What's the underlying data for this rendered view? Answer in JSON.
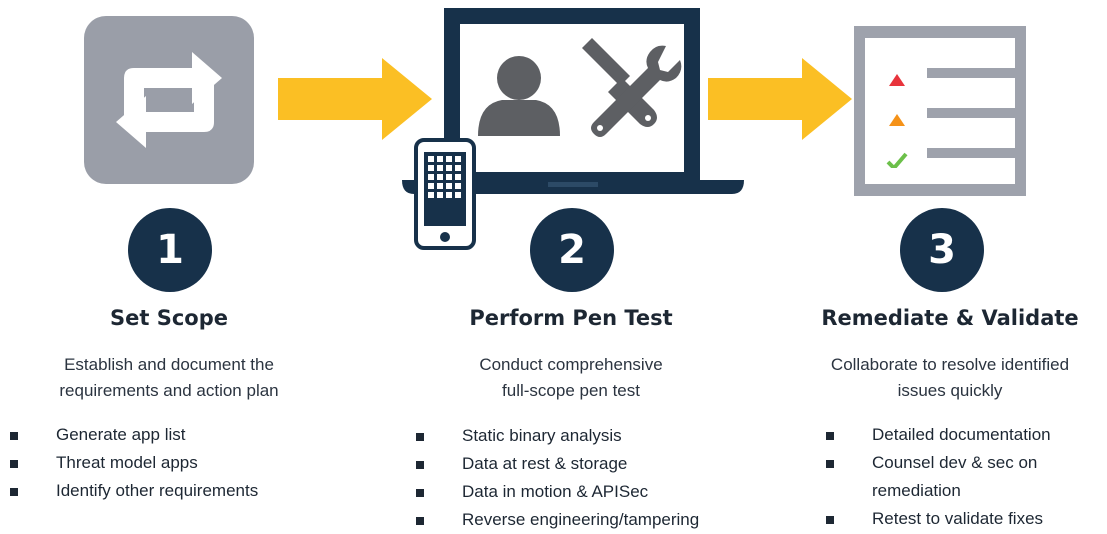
{
  "steps": [
    {
      "number": "1",
      "title": "Set Scope",
      "description_lines": [
        "Establish and document the",
        "requirements and action plan"
      ],
      "bullets": [
        "Generate app list",
        "Threat model apps",
        "Identify other requirements"
      ]
    },
    {
      "number": "2",
      "title": "Perform Pen Test",
      "description_lines": [
        "Conduct comprehensive",
        "full-scope pen test"
      ],
      "bullets": [
        "Static binary analysis",
        "Data at rest & storage",
        "Data in motion & APISec",
        "Reverse engineering/tampering"
      ]
    },
    {
      "number": "3",
      "title": "Remediate & Validate",
      "description_lines": [
        "Collaborate to resolve identified",
        "issues quickly"
      ],
      "bullets": [
        "Detailed documentation",
        "Counsel dev & sec on",
        "remediation",
        "Retest to validate fixes"
      ]
    }
  ],
  "icons": {
    "step1": "refresh-cycle-icon",
    "step2": "laptop-person-tools-phone-icon",
    "step3": "checklist-document-icon"
  },
  "colors": {
    "navy": "#17314a",
    "arrow": "#fbbf24",
    "gray_tile": "#9a9ea8",
    "icon_dark": "#5d5f63",
    "red": "#e8343c",
    "orange": "#f59218",
    "green": "#6cc04a"
  }
}
